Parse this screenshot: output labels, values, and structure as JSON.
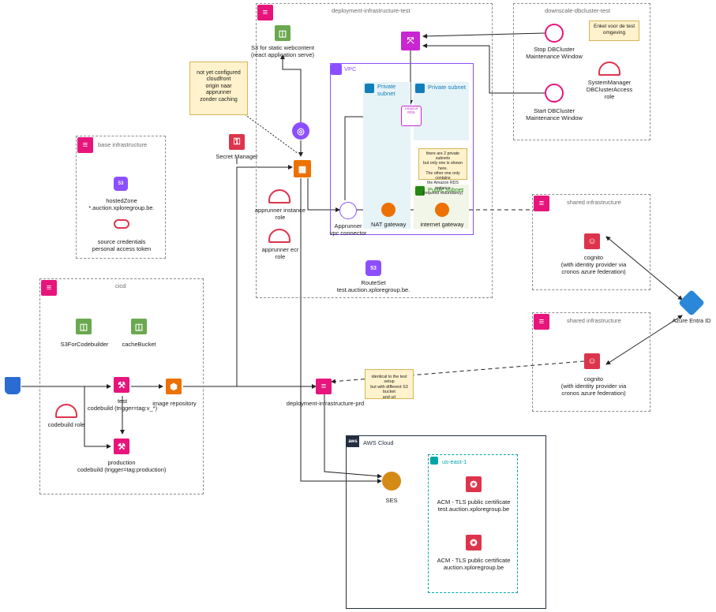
{
  "groups": {
    "deployment_test": "deployment-infrastructure-test",
    "downscale": "downscale-dbcluster-test",
    "base": "base infrastructure",
    "cicd": "cicd",
    "shared1": "shared infrastructure",
    "shared2": "shared infrastructure",
    "vpc": "VPC",
    "aws_cloud": "AWS Cloud",
    "region": "us-east-1"
  },
  "subnets": {
    "private1": [
      "Private",
      "subnet"
    ],
    "private2": "Private subnet",
    "public": "Public subnet"
  },
  "notes": {
    "cloudfront": [
      "not yet configured",
      "cloudfront",
      "origin naar apprunner",
      "zonder caching"
    ],
    "downscale": [
      "Enkel voor de test",
      "omgeving"
    ],
    "subnets": [
      "there are 2 private subnets",
      "but only one is shown here.",
      "The other one only contains",
      "the Amazon RDS instance",
      "(required redundancy)"
    ],
    "prd": [
      "identical to the test setup",
      "but with different S3 bucket",
      "and url"
    ]
  },
  "labels": {
    "s3_web": [
      "S3 for static webcontent",
      "(react application serve)"
    ],
    "stop_db": [
      "Stop DBCluster",
      "Maintenance Window"
    ],
    "start_db": [
      "Start DBCluster",
      "Maintenance Window"
    ],
    "sysmgr": [
      "SystemManager",
      "DBClusterAccess",
      "role"
    ],
    "secret": [
      "Secret Manager"
    ],
    "apprunner_instance": [
      "apprunner instance",
      "role"
    ],
    "apprunner_ecr": [
      "apprunner ecr",
      "role"
    ],
    "connector": [
      "Apprunner",
      "vpc connector"
    ],
    "nat": [
      "NAT gateway"
    ],
    "igw": [
      "internet gateway"
    ],
    "routeset": [
      "RouteSet",
      "test.auction.xploregroup.be."
    ],
    "hosted_zone": [
      "hostedZone",
      "*.auction.xploregroup.be."
    ],
    "credentials": [
      "source credentials",
      "personal access token"
    ],
    "s3_codebuilder": [
      "S3ForCodebuilder"
    ],
    "cache_bucket": [
      "cacheBucket"
    ],
    "test_build": [
      "test",
      "codebuild (trigger=tag:v_*)"
    ],
    "prod_build": [
      "production",
      "codebuild (trigger=tag:production)"
    ],
    "codebuild_role": [
      "codebuild role"
    ],
    "image_repo": [
      "image repository"
    ],
    "deploy_prd": [
      "deployment-infrastructure-prd"
    ],
    "cognito1": [
      "cognito",
      "(with identity provider via",
      "cronos azure federation)"
    ],
    "cognito2": [
      "cognito",
      "(with identity provider via",
      "cronos azure federation)"
    ],
    "entra": [
      "Azure Entra ID"
    ],
    "ses": [
      "SES"
    ],
    "acm_test": [
      "ACM - TLS public certificate",
      "test.auction.xploregroup.be"
    ],
    "acm_prod": [
      "ACM - TLS public certificate",
      "auction.xploregroup.be"
    ],
    "rds": "Amazon RDS",
    "aws_badge": "aws"
  },
  "colors": {
    "management": "#e7157b",
    "storage": "#6aa84f",
    "compute": "#ed7100",
    "network": "#8c4fff",
    "security": "#dd344c",
    "vpc_border": "#8c4fff",
    "private_subnet": "#e6f3f7",
    "private_text": "#147eba",
    "public_subnet": "#f2f6e8",
    "public_text": "#248814",
    "region_border": "#00a4a6"
  },
  "icons": [
    "management-icon",
    "bucket-icon",
    "lambda-icon",
    "bridge-icon",
    "helmet-icon",
    "vault-icon",
    "route53-icon",
    "key-icon",
    "cloudfront-icon",
    "apprunner-icon",
    "nat-icon",
    "igw-icon",
    "rds-icon",
    "ses-icon",
    "certificate-icon",
    "entra-icon",
    "bitbucket-icon",
    "ecr-icon",
    "codebuild-icon",
    "region-flag-icon"
  ]
}
